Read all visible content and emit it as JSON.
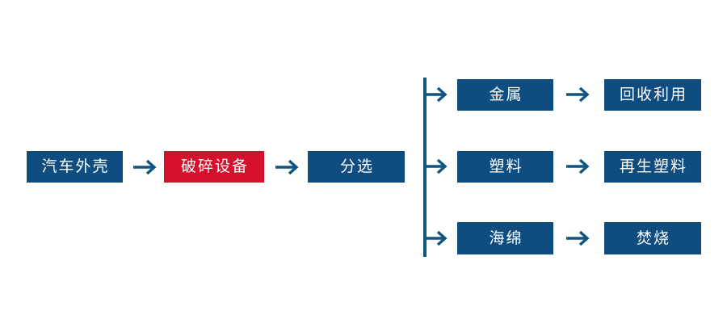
{
  "diagram": {
    "title_text": "",
    "colors": {
      "box_blue": "#0f4c7f",
      "box_red": "#d5102a",
      "arrow_blue": "#0f557f",
      "background": "#ffffff",
      "label_text": "#ffffff"
    },
    "main_chain": [
      {
        "id": "car-shell",
        "label": "汽车外壳",
        "color": "blue"
      },
      {
        "id": "crusher",
        "label": "破碎设备",
        "color": "red"
      },
      {
        "id": "sorting",
        "label": "分选",
        "color": "blue"
      }
    ],
    "branches": [
      {
        "id": "metal",
        "material": {
          "label": "金属",
          "color": "blue"
        },
        "outcome": {
          "label": "回收利用",
          "color": "blue"
        }
      },
      {
        "id": "plastic",
        "material": {
          "label": "塑料",
          "color": "blue"
        },
        "outcome": {
          "label": "再生塑料",
          "color": "blue"
        }
      },
      {
        "id": "sponge",
        "material": {
          "label": "海绵",
          "color": "blue"
        },
        "outcome": {
          "label": "焚烧",
          "color": "blue"
        }
      }
    ],
    "arrows": {
      "chain_arrow_1": "arrow-right",
      "chain_arrow_2": "arrow-right",
      "chain_arrow_3": "arrow-right",
      "branch_arrow_metal": "arrow-right",
      "branch_arrow_plastic": "arrow-right",
      "branch_arrow_sponge": "arrow-right",
      "outcome_arrow_metal": "arrow-right",
      "outcome_arrow_plastic": "arrow-right",
      "outcome_arrow_sponge": "arrow-right"
    }
  }
}
